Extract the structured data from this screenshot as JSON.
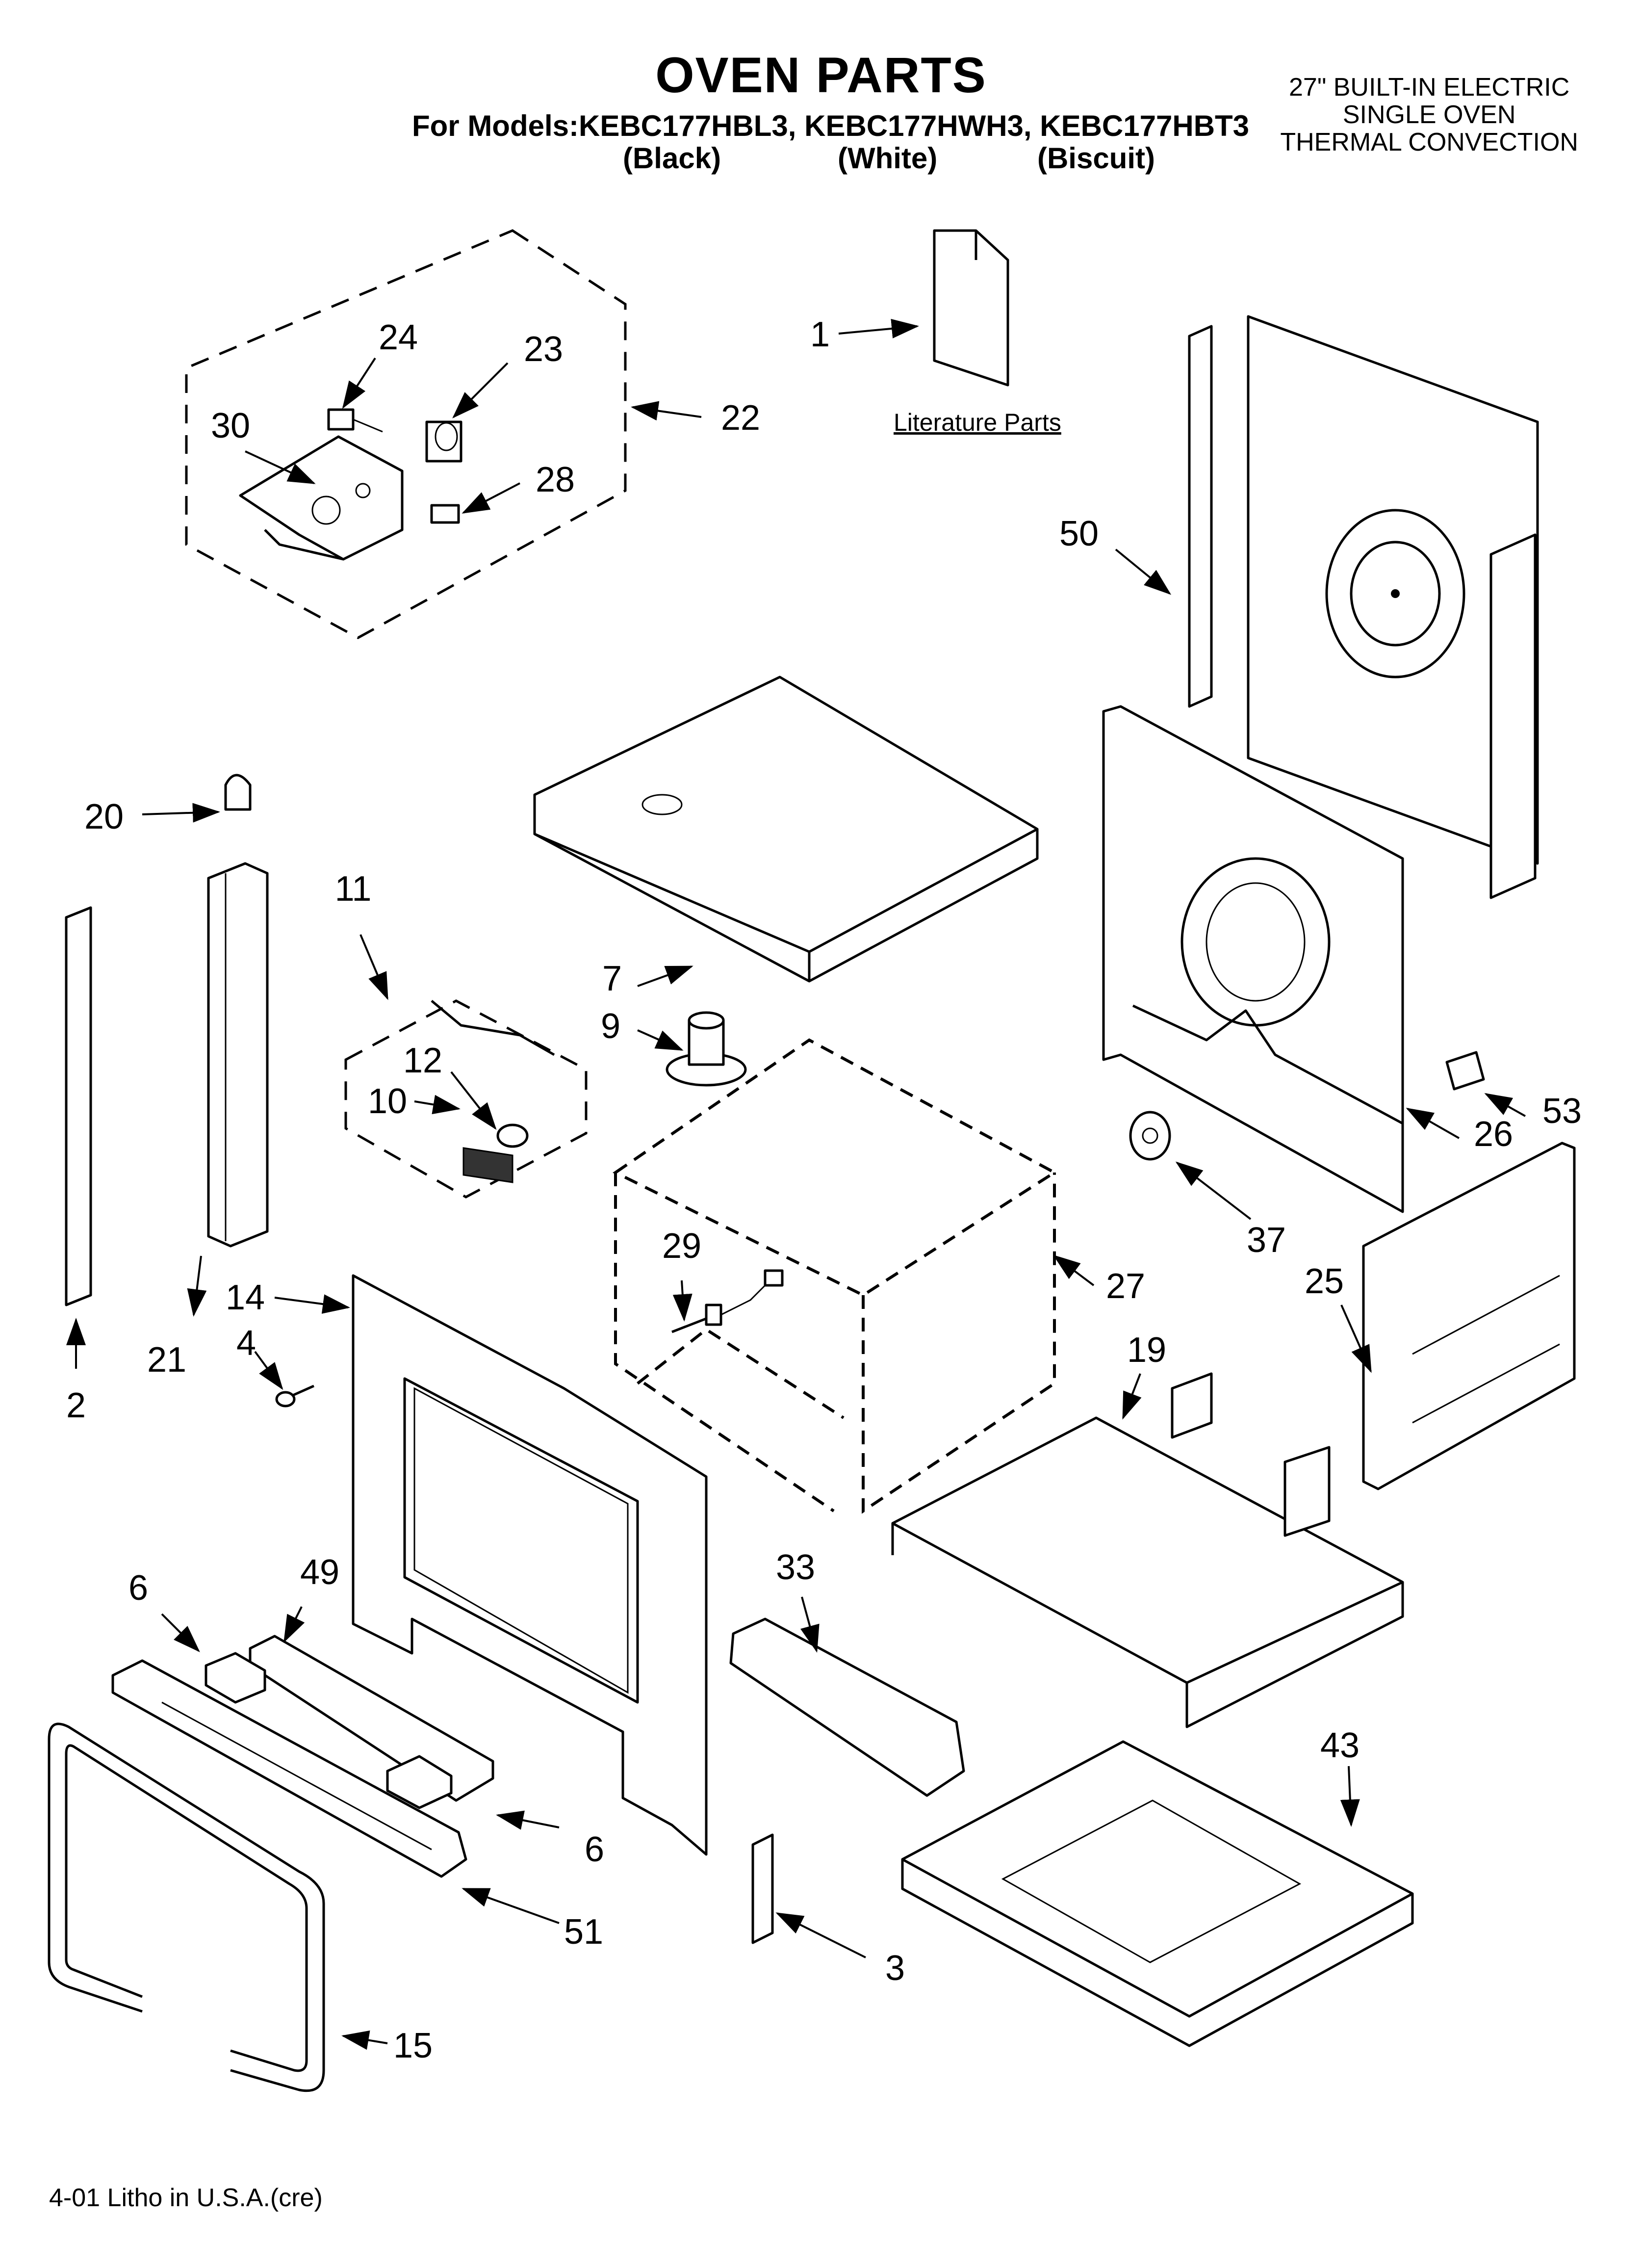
{
  "header": {
    "title": "OVEN PARTS",
    "models_line": "For Models:KEBC177HBL3, KEBC177HWH3, KEBC177HBT3",
    "colors": [
      "(Black)",
      "(White)",
      "(Biscuit)"
    ],
    "description": [
      "27\" BUILT-IN ELECTRIC",
      "SINGLE OVEN",
      "THERMAL CONVECTION"
    ]
  },
  "literature_label": "Literature Parts",
  "footer": "4-01 Litho in U.S.A.(cre)",
  "callouts": [
    {
      "id": "c1",
      "label": "1"
    },
    {
      "id": "c2",
      "label": "2"
    },
    {
      "id": "c3",
      "label": "3"
    },
    {
      "id": "c4",
      "label": "4"
    },
    {
      "id": "c6a",
      "label": "6"
    },
    {
      "id": "c6b",
      "label": "6"
    },
    {
      "id": "c7",
      "label": "7"
    },
    {
      "id": "c9",
      "label": "9"
    },
    {
      "id": "c10",
      "label": "10"
    },
    {
      "id": "c11",
      "label": "11"
    },
    {
      "id": "c12",
      "label": "12"
    },
    {
      "id": "c14",
      "label": "14"
    },
    {
      "id": "c15",
      "label": "15"
    },
    {
      "id": "c19",
      "label": "19"
    },
    {
      "id": "c20",
      "label": "20"
    },
    {
      "id": "c21",
      "label": "21"
    },
    {
      "id": "c22",
      "label": "22"
    },
    {
      "id": "c23",
      "label": "23"
    },
    {
      "id": "c24",
      "label": "24"
    },
    {
      "id": "c25",
      "label": "25"
    },
    {
      "id": "c26",
      "label": "26"
    },
    {
      "id": "c27",
      "label": "27"
    },
    {
      "id": "c28",
      "label": "28"
    },
    {
      "id": "c29",
      "label": "29"
    },
    {
      "id": "c30",
      "label": "30"
    },
    {
      "id": "c33",
      "label": "33"
    },
    {
      "id": "c37",
      "label": "37"
    },
    {
      "id": "c43",
      "label": "43"
    },
    {
      "id": "c49",
      "label": "49"
    },
    {
      "id": "c50",
      "label": "50"
    },
    {
      "id": "c51",
      "label": "51"
    },
    {
      "id": "c53",
      "label": "53"
    }
  ]
}
